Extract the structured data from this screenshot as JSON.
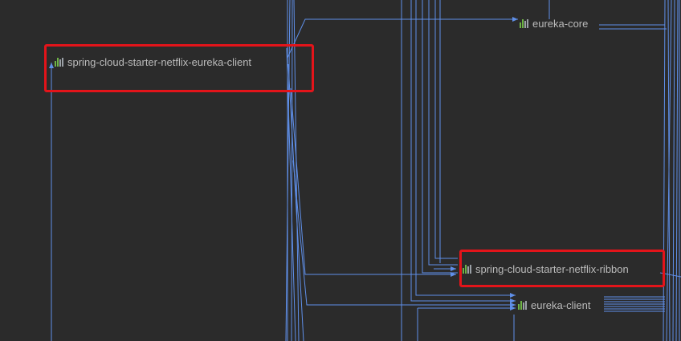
{
  "colors": {
    "background": "#2b2b2b",
    "edge": "#5f8fe8",
    "label": "#bbbbbb",
    "highlight": "#e3141a",
    "icon_green": "#6eb346",
    "icon_gray": "#9aa0a6"
  },
  "nodes": [
    {
      "id": "eureka-core",
      "label": "eureka-core",
      "icon": "maven-artifact-icon"
    },
    {
      "id": "spring-cloud-starter-netflix-eureka-client",
      "label": "spring-cloud-starter-netflix-eureka-client",
      "icon": "maven-artifact-icon",
      "highlighted": true
    },
    {
      "id": "spring-cloud-starter-netflix-ribbon",
      "label": "spring-cloud-starter-netflix-ribbon",
      "icon": "maven-artifact-icon",
      "highlighted": true
    },
    {
      "id": "eureka-client",
      "label": "eureka-client",
      "icon": "maven-artifact-icon"
    }
  ]
}
